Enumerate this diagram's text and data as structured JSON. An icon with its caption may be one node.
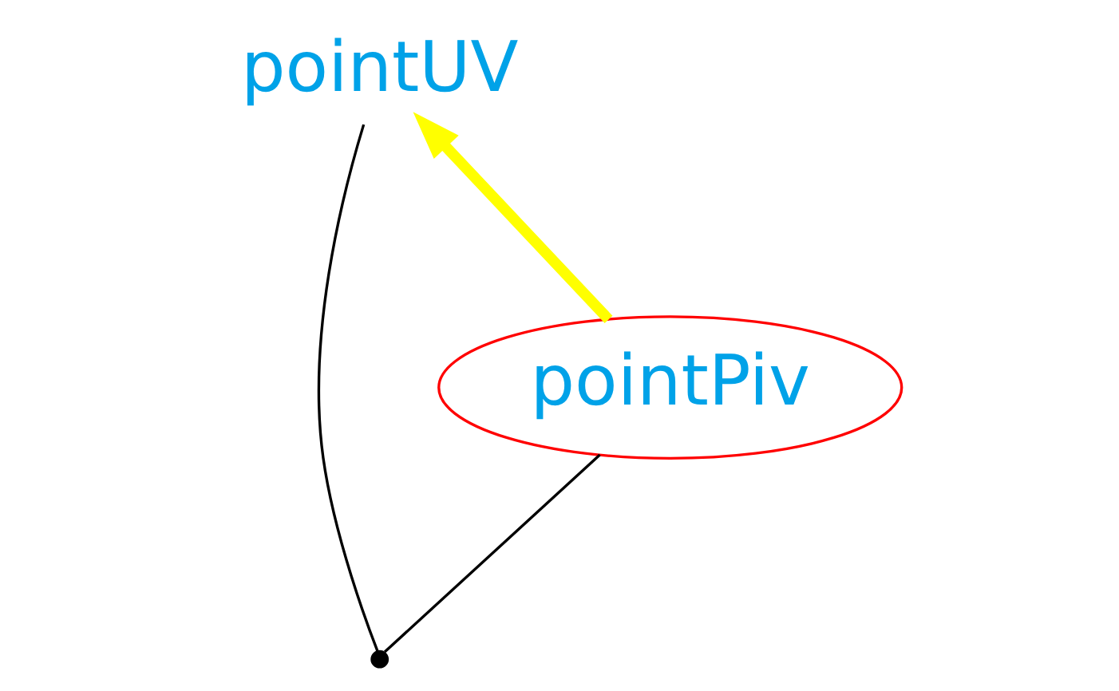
{
  "diagram": {
    "nodes": [
      {
        "text": [
          "pointUV"
        ]
      },
      {
        "text": [
          "pointPiv"
        ]
      },
      {
        "text": [],
        "shape": "point"
      }
    ],
    "edges": [
      {
        "from": 2,
        "to": 0,
        "arrow": "none"
      },
      {
        "from": 2,
        "to": 1,
        "arrow": "none"
      },
      {
        "from": 1,
        "to": 0,
        "arrow": "to",
        "style": "thick",
        "color": "#ffff00"
      }
    ]
  }
}
